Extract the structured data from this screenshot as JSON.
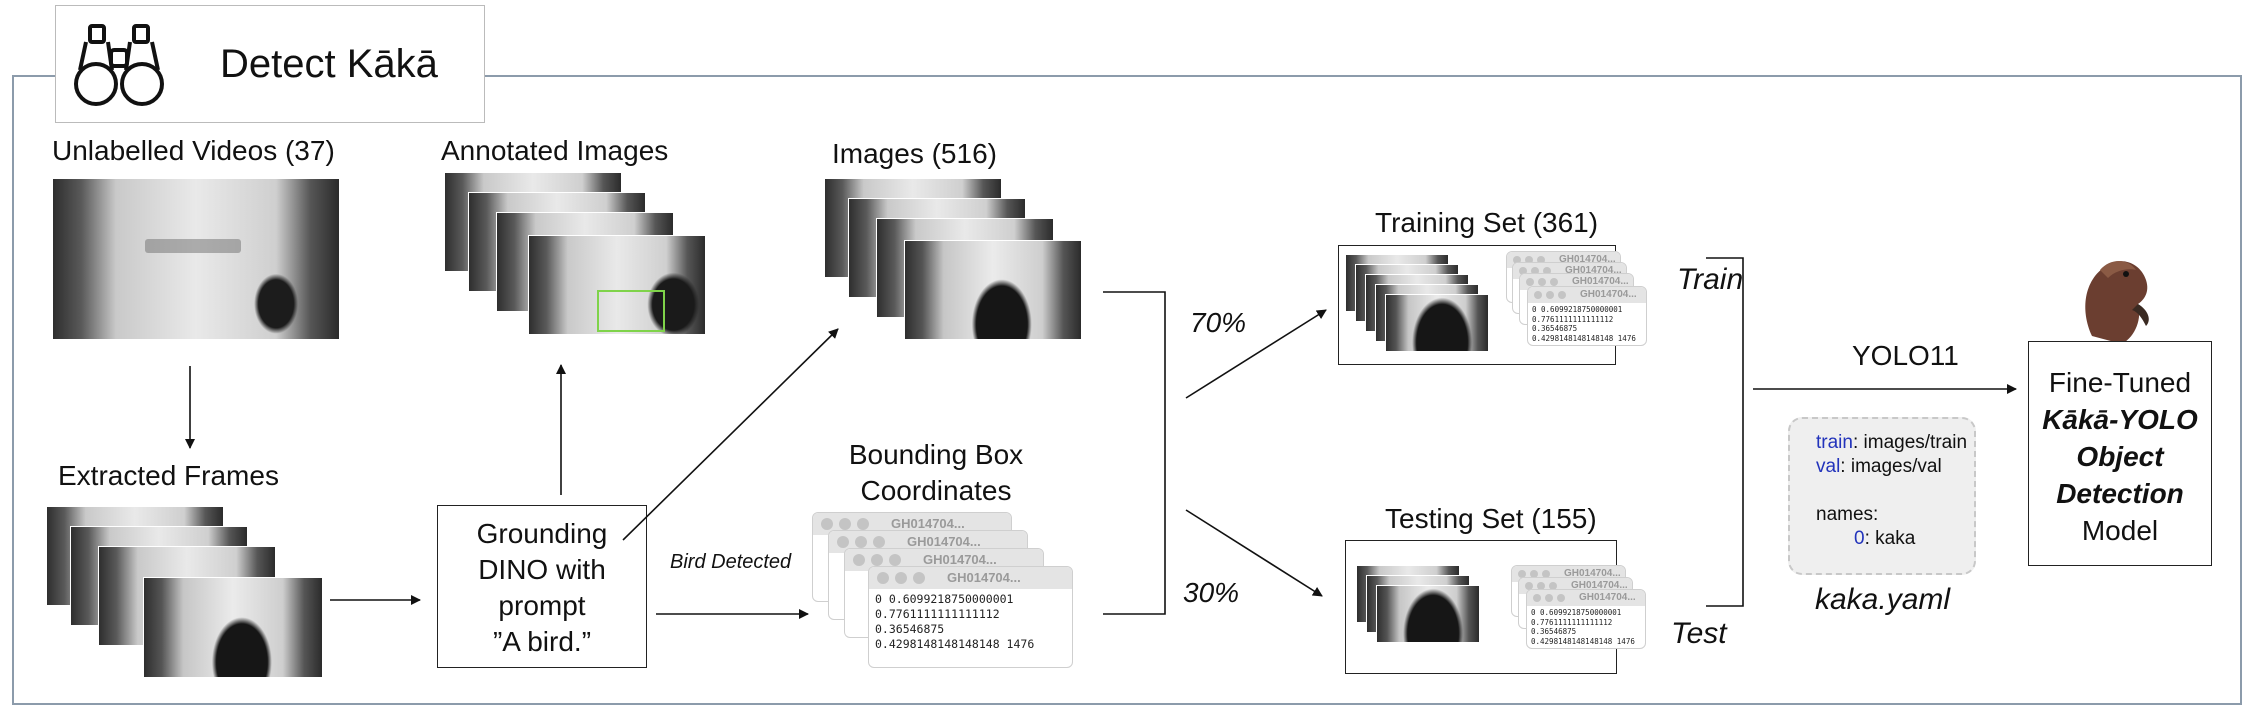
{
  "header": {
    "title": "Detect Kākā",
    "icon": "binoculars-icon"
  },
  "stages": {
    "unlabelled_videos": "Unlabelled Videos (37)",
    "extracted_frames": "Extracted Frames",
    "annotated_images": "Annotated Images",
    "grounding_dino": [
      "Grounding",
      "DINO with",
      "prompt",
      "”A bird.”"
    ],
    "bird_detected": "Bird Detected",
    "images": "Images (516)",
    "bounding_box": [
      "Bounding Box",
      "Coordinates"
    ],
    "split_train_pct": "70%",
    "split_test_pct": "30%",
    "training_set": "Training Set (361)",
    "testing_set": "Testing Set (155)",
    "train_label": "Train",
    "test_label": "Test",
    "yolo": "YOLO11",
    "model": [
      "Fine-Tuned",
      "Kākā-YOLO",
      "Object",
      "Detection",
      "Model"
    ]
  },
  "file_card": {
    "title": "GH014704...",
    "lines": [
      "0 0.6099218750000001",
      "0.7761111111111112",
      "0.36546875",
      "0.4298148148148148 1476"
    ]
  },
  "yaml": {
    "filename": "kaka.yaml",
    "train_key": "train",
    "train_val": ": images/train",
    "val_key": "val",
    "val_val": ": images/val",
    "names_key": "names:",
    "idx_key": "0",
    "idx_val": ": kaka"
  },
  "colors": {
    "frame": "#8c9bab",
    "yaml_key": "#2233bb",
    "bbox": "#7fd34a"
  }
}
